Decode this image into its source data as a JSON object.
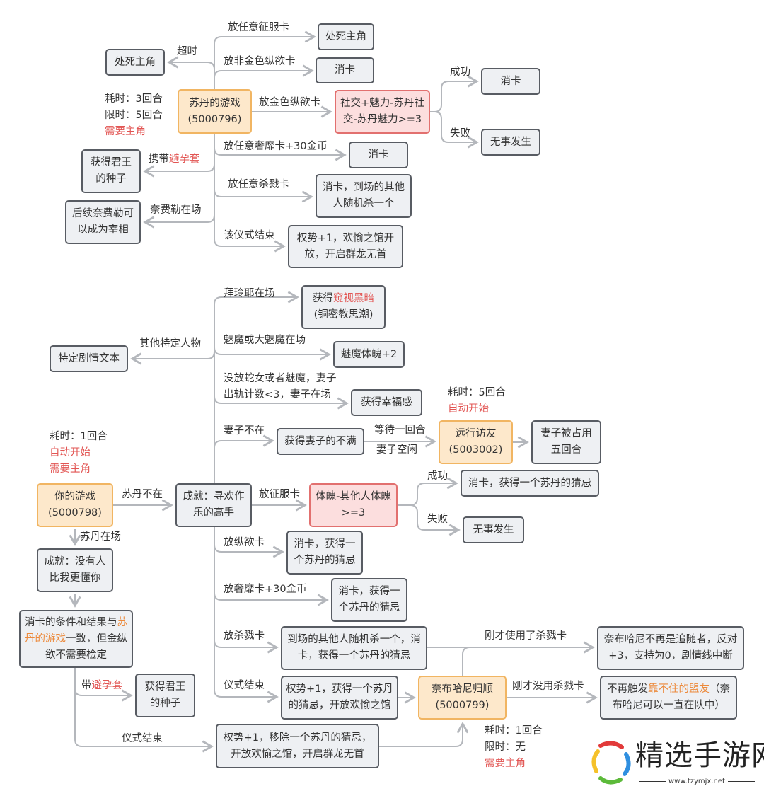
{
  "colors": {
    "box_fill": "#eef0f3",
    "box_border": "#585c63",
    "start_fill": "#fde8cb",
    "start_border": "#f1b562",
    "check_fill": "#fcdede",
    "check_border": "#e2706f",
    "highlight_red": "#e25553",
    "highlight_orange": "#ec8a3c",
    "line": "#b4b7bc"
  },
  "top": {
    "start": {
      "title": "苏丹的游戏",
      "id": "(5000796)"
    },
    "info": {
      "cost": "耗时：3回合",
      "limit": "限时：5回合",
      "req": "需要主角"
    },
    "labels": {
      "conquer": "放任意征服卡",
      "timeout": "超时",
      "nongold": "放非金色纵欲卡",
      "gold": "放金色纵欲卡",
      "success": "成功",
      "fail": "失败",
      "luxury": "放任意奢靡卡+30金币",
      "condom_a": "携带",
      "condom_b": "避孕套",
      "kill": "放任意杀戮卡",
      "nafeile": "奈费勒在场",
      "end": "该仪式结束"
    },
    "nodes": {
      "kill_mc_right": "处死主角",
      "kill_mc_left": "处死主角",
      "discard1": "消卡",
      "check": "社交+魅力-苏丹社交-苏丹魅力>=3",
      "discard_success": "消卡",
      "nothing": "无事发生",
      "discard2": "消卡",
      "kill_random": "消卡，到场的其他人随机杀一个",
      "power": "权势+1，欢愉之馆开放，开启群龙无首",
      "seed": "获得君王的种子",
      "nafeile_result": "后续奈费勒可以成为宰相"
    }
  },
  "bottom": {
    "start": {
      "title": "你的游戏",
      "id": "(5000798)"
    },
    "info": {
      "cost": "耗时：1回合",
      "auto": "自动开始",
      "req": "需要主角"
    },
    "labels": {
      "sultan_absent": "苏丹不在",
      "sultan_present": "苏丹在场",
      "bailing": "拜玲耶在场",
      "other_chars": "其他特定人物",
      "succubus": "魅魔或大魅魔在场",
      "no_snake_1": "没放蛇女或者魅魔，妻子",
      "no_snake_2": "出轨计数<3，妻子在场",
      "wife_absent": "妻子不在",
      "wait": "等待一回合",
      "wife_free": "妻子空闲",
      "conquer": "放征服卡",
      "success": "成功",
      "fail": "失败",
      "lust": "放纵欲卡",
      "luxury": "放奢靡卡+30金币",
      "kill": "放杀戮卡",
      "end": "仪式结束",
      "condom_a": "带",
      "condom_b": "避孕套",
      "end2": "仪式结束",
      "used_kill": "刚才使用了杀戮卡",
      "not_used_kill": "刚才没用杀戮卡"
    },
    "nodes": {
      "peek_a": "获得",
      "peek_b": "窥视黑暗",
      "peek_c": "(铜密教思潮)",
      "special": "特定剧情文本",
      "succubus_result": "魅魔体魄+2",
      "happy": "获得幸福感",
      "wife_unhappy": "获得妻子的不满",
      "travel": {
        "title": "远行访友",
        "id": "(5003002)",
        "cost": "耗时：5回合",
        "auto": "自动开始"
      },
      "wife_taken": "妻子被占用五回合",
      "master": "成就：寻欢作乐的高手",
      "check": "体魄-其他人体魄>=3",
      "success_result": "消卡，获得一个苏丹的猜忌",
      "nothing": "无事发生",
      "noone": "成就：没有人比我更懂你",
      "cond_a": "消卡的条件和结果与",
      "cond_b": "苏丹的游戏",
      "cond_c": "一致，但金纵欲不需要检定",
      "seed": "获得君王的种子",
      "lust_result": "消卡，获得一个苏丹的猜忌",
      "luxury_result": "消卡，获得一个苏丹的猜忌",
      "kill_result": "到场的其他人随机杀一个，消卡，获得一个苏丹的猜忌",
      "power2": "权势+1，获得一个苏丹的猜忌，开放欢愉之馆",
      "power3": "权势+1，移除一个苏丹的猜忌，开放欢愉之馆，开启群龙无首",
      "nabu": {
        "title": "奈布哈尼归顺",
        "id": "(5000799)",
        "cost": "耗时：1回合",
        "limit": "限时：无",
        "req": "需要主角"
      },
      "nabu_leave": "奈布哈尼不再是追随者，反对+3，支持为0，剧情线中断",
      "nabu_ok_a": "不再触发",
      "nabu_ok_b": "靠不住的盟友",
      "nabu_ok_c": "（奈布哈尼可以一直在队中）"
    }
  },
  "watermark": {
    "name": "精选手游网",
    "url": "www.tzymjx.net"
  }
}
